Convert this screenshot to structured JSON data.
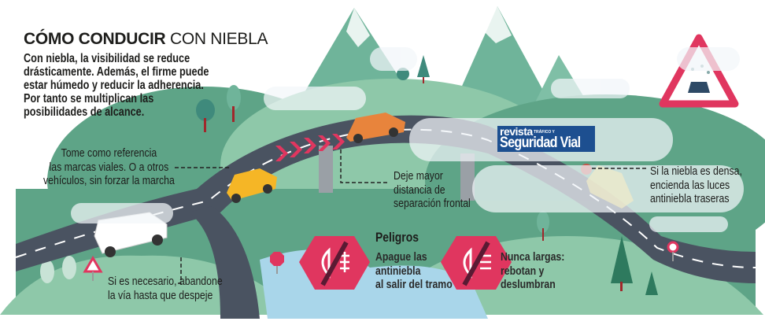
{
  "header": {
    "title_bold": "CÓMO CONDUCIR",
    "title_light": "CON NIEBLA",
    "intro_lines": [
      "Con niebla, la visibilidad se reduce",
      "drásticamente. Además, el firme puede",
      "estar húmedo y reducir la adherencia.",
      "Por tanto se multiplican las",
      "posibilidades de alcance."
    ]
  },
  "notes": {
    "road_marks": [
      "Tome como referencia",
      "las marcas viales. O a otros",
      "vehículos, sin forzar la marcha"
    ],
    "distance": [
      "Deje mayor",
      "distancia de",
      "separación frontal"
    ],
    "rear_fog": [
      "Si la niebla es densa,",
      "encienda las luces",
      "antiniebla traseras"
    ],
    "leave_road": [
      "Si es necesario, abandone",
      "la vía hasta que despeje"
    ]
  },
  "dangers": {
    "title": "Peligros",
    "items": [
      {
        "icon": "fog-light-crossed-icon",
        "lines": [
          "Apague las",
          "antiniebla",
          "al salir del tramo"
        ]
      },
      {
        "icon": "high-beam-crossed-icon",
        "lines": [
          "Nunca largas:",
          "rebotan y",
          "deslumbran"
        ]
      }
    ]
  },
  "logo": {
    "revista": "revista",
    "trafico": "TRÁFICO Y",
    "name": "Seguridad Vial"
  },
  "colors": {
    "road": "#4a5361",
    "hill": "#5ea487",
    "hill_light": "#8ec8a9",
    "mountain": "#6fb49a",
    "danger": "#e0365f",
    "logo_blue": "#1d4f90",
    "water": "#a9d6ea"
  }
}
